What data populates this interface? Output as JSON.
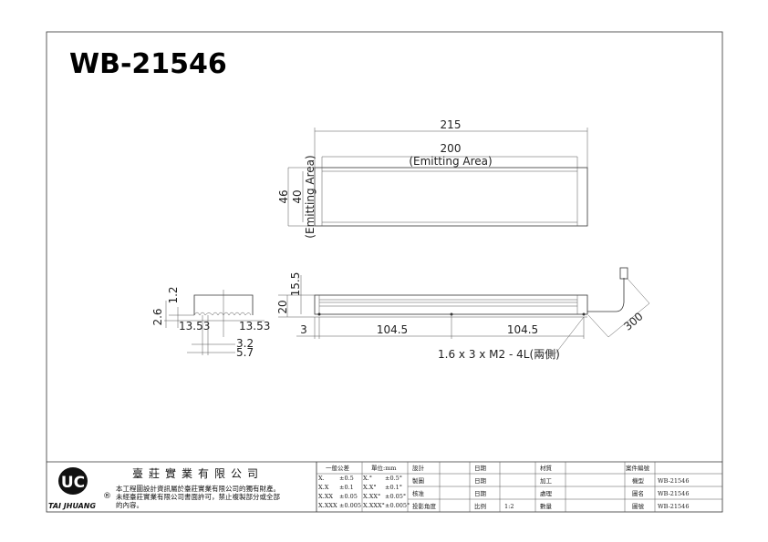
{
  "drawing": {
    "model_title": "WB-21546",
    "top_view": {
      "length": "215",
      "emit_length": "200",
      "emit_label": "(Emitting Area)",
      "width": "46",
      "emit_width": "40",
      "emit_width_label": "(Emitting Area)"
    },
    "side_view": {
      "dim_a": "1.2",
      "dim_b": "2.6",
      "dim_c": "13.53",
      "dim_d": "13.53",
      "dim_e": "3.2",
      "dim_f": "5.7"
    },
    "front_view": {
      "height_a": "15.5",
      "height_b": "20",
      "offset": "3",
      "pitch_1": "104.5",
      "pitch_2": "104.5",
      "cable": "300",
      "hole_note": "1.6 x 3 x M2 - 4L(兩側)"
    }
  },
  "title_block": {
    "company": "臺莊實業有限公司",
    "logo_text": "TAI JHUANG",
    "notice_1": "本工程圖設計資訊屬於臺莊實業有限公司的獨有財產。",
    "notice_2": "未經臺莊實業有限公司書面許可，禁止複製部分或全部",
    "notice_3": "的內容。",
    "tol_header": "一般公差",
    "unit": "單位:mm",
    "tolerances": [
      [
        "X.",
        "±0.5",
        "X.°",
        "±0.5°"
      ],
      [
        "X.X",
        "±0.1",
        "X.X°",
        "±0.1°"
      ],
      [
        "X.XX",
        "±0.05",
        "X.XX°",
        "±0.05°"
      ],
      [
        "X.XXX",
        "±0.005",
        "X.XXX°",
        "±0.005°"
      ]
    ],
    "labels": [
      "設計",
      "製圖",
      "核准",
      "投影角度"
    ],
    "date_labels": [
      "日期",
      "日期",
      "日期",
      "比例"
    ],
    "scale": "1:2",
    "proc_labels": [
      "材質",
      "加工",
      "處理",
      "數量"
    ],
    "info_labels": [
      "案件編號",
      "機型",
      "圖名",
      "圖號"
    ],
    "info_values": [
      "",
      "WB-21546",
      "WB-21546",
      "WB-21546"
    ]
  }
}
